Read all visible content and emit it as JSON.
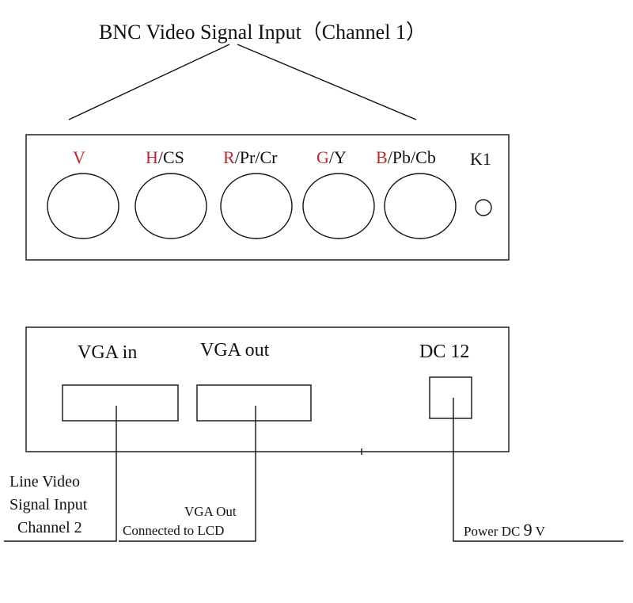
{
  "top_panel": {
    "title": "BNC Video Signal Input（Channel 1）",
    "connectors": [
      {
        "red": "V",
        "rest": ""
      },
      {
        "red": "H",
        "rest": "/CS"
      },
      {
        "red": "R",
        "rest": "/Pr/Cr"
      },
      {
        "red": "G",
        "rest": "/Y"
      },
      {
        "red": "B",
        "rest": "/Pb/Cb"
      }
    ],
    "switch_label": "K1"
  },
  "bottom_panel": {
    "vga_in_label": "VGA in",
    "vga_out_label": "VGA out",
    "dc_label": "DC 12"
  },
  "callouts": {
    "line_video": [
      "Line Video",
      "Signal Input",
      "Channel 2"
    ],
    "vga_out": [
      "VGA Out",
      "Connected to LCD"
    ],
    "power_prefix": "Power DC ",
    "power_value": "9",
    "power_unit": "V"
  },
  "colors": {
    "channel_letter": "#c0282a",
    "line": "#111111"
  }
}
